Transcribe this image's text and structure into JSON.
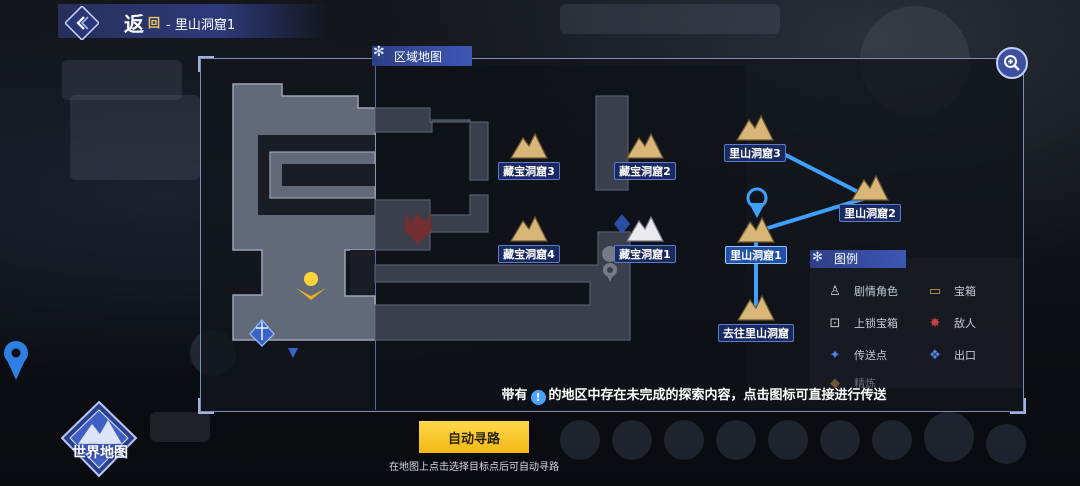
{
  "header": {
    "return_label": "返",
    "return_sub": "回",
    "location": "- 里山洞窟1"
  },
  "region_map": {
    "tag": "区域地图"
  },
  "locations": [
    {
      "id": "treasure3",
      "label": "藏宝洞窟3",
      "state": "normal"
    },
    {
      "id": "treasure2",
      "label": "藏宝洞窟2",
      "state": "normal"
    },
    {
      "id": "treasure4",
      "label": "藏宝洞窟4",
      "state": "normal"
    },
    {
      "id": "treasure1",
      "label": "藏宝洞窟1",
      "state": "current"
    },
    {
      "id": "lishan3",
      "label": "里山洞窟3",
      "state": "normal"
    },
    {
      "id": "lishan2",
      "label": "里山洞窟2",
      "state": "normal"
    },
    {
      "id": "lishan1",
      "label": "里山洞窟1",
      "state": "selected"
    },
    {
      "id": "to_lishan",
      "label": "去往里山洞窟",
      "state": "normal"
    }
  ],
  "legend": {
    "title": "图例",
    "items": [
      {
        "label": "剧情角色",
        "icon": "story-character-icon"
      },
      {
        "label": "宝箱",
        "icon": "treasure-chest-icon"
      },
      {
        "label": "上锁宝箱",
        "icon": "locked-chest-icon"
      },
      {
        "label": "敌人",
        "icon": "enemy-icon"
      },
      {
        "label": "传送点",
        "icon": "teleport-icon"
      },
      {
        "label": "出口",
        "icon": "exit-icon"
      },
      {
        "label": "精炼",
        "icon": "refine-icon"
      }
    ]
  },
  "hint": {
    "prefix": "带有",
    "badge": "!",
    "suffix": "的地区中存在未完成的探索内容，点击图标可直接进行传送"
  },
  "auto_path": {
    "button": "自动寻路",
    "hint": "在地图上点击选择目标点后可自动寻路"
  },
  "world_map": {
    "label": "世界地图"
  },
  "colors": {
    "accent": "#3d57b4",
    "route": "#3fa0ff",
    "button": "#f1b914"
  }
}
